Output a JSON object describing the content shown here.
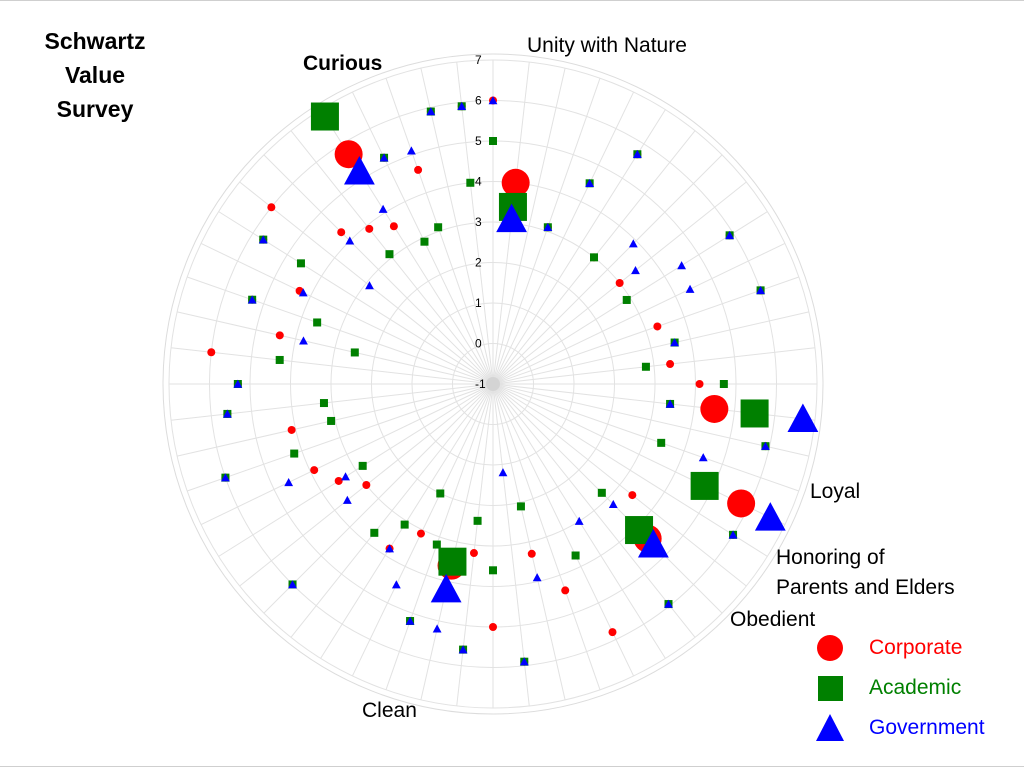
{
  "slide": {
    "title": "Schwartz\nValue\nSurvey"
  },
  "chart_data": {
    "type": "radar",
    "title": "Schwartz Value Survey",
    "rlim": [
      -1,
      7
    ],
    "radial_ticks": [
      "-1",
      "0",
      "1",
      "2",
      "3",
      "4",
      "5",
      "6",
      "7"
    ],
    "grid": true,
    "spokes": 56,
    "axis_labels": [
      {
        "name": "unity",
        "text": "Unity with Nature",
        "bold": false
      },
      {
        "name": "curious",
        "text": "Curious",
        "bold": true
      },
      {
        "name": "loyal",
        "text": "Loyal",
        "bold": false
      },
      {
        "name": "honoring",
        "text": "Honoring of\nParents and Elders",
        "bold": false
      },
      {
        "name": "obedient",
        "text": "Obedient",
        "bold": false
      },
      {
        "name": "clean",
        "text": "Clean",
        "bold": false
      }
    ],
    "series": [
      {
        "name": "Corporate",
        "color": "#ff0000",
        "marker": "circle",
        "points": [
          [
            0,
            6.0
          ],
          [
            5,
            5.7
          ],
          [
            9,
            5.9
          ],
          [
            11,
            6.0
          ],
          [
            16,
            5.9
          ],
          [
            19,
            6.0
          ],
          [
            22,
            5.95
          ],
          [
            25,
            4.4
          ],
          [
            27,
            5.9
          ],
          [
            29,
            5.6
          ],
          [
            31,
            5.2
          ],
          [
            35,
            6.0
          ],
          [
            38,
            3.9
          ],
          [
            39,
            6.0
          ],
          [
            41,
            5.6
          ],
          [
            42,
            5.3
          ],
          [
            44,
            4.4
          ],
          [
            45,
            5.3
          ],
          [
            47,
            5.7
          ],
          [
            49,
            4.3
          ],
          [
            51,
            3.6
          ],
          [
            52,
            5.2
          ],
          [
            54,
            5.9
          ],
          [
            55,
            5.9
          ],
          [
            3,
            3.1
          ],
          [
            6,
            3.0
          ],
          [
            8,
            3.0
          ],
          [
            11,
            3.3
          ],
          [
            13,
            3.4
          ],
          [
            14,
            4.1
          ],
          [
            20,
            3.4
          ],
          [
            24,
            5.8
          ],
          [
            26,
            3.3
          ],
          [
            28,
            5.0
          ],
          [
            29,
            3.2
          ],
          [
            30,
            4.3
          ],
          [
            32,
            3.1
          ],
          [
            33,
            3.8
          ],
          [
            36,
            3.0
          ],
          [
            37,
            3.5
          ],
          [
            40,
            4.1
          ],
          [
            43,
            6.0
          ],
          [
            46,
            4.3
          ],
          [
            48,
            6.0
          ],
          [
            50,
            3.9
          ],
          [
            53,
            4.6
          ]
        ]
      },
      {
        "name": "Academic",
        "color": "#008000",
        "marker": "square",
        "points": [
          [
            0,
            5.0
          ],
          [
            5,
            5.7
          ],
          [
            9,
            5.9
          ],
          [
            11,
            6.0
          ],
          [
            16,
            5.9
          ],
          [
            19,
            6.0
          ],
          [
            22,
            5.95
          ],
          [
            27,
            5.9
          ],
          [
            29,
            5.6
          ],
          [
            31,
            5.2
          ],
          [
            35,
            6.0
          ],
          [
            39,
            6.0
          ],
          [
            41,
            5.6
          ],
          [
            42,
            5.3
          ],
          [
            45,
            5.3
          ],
          [
            47,
            5.7
          ],
          [
            52,
            5.2
          ],
          [
            54,
            5.9
          ],
          [
            55,
            5.9
          ],
          [
            3,
            3.1
          ],
          [
            4,
            4.5
          ],
          [
            6,
            3.0
          ],
          [
            9,
            2.9
          ],
          [
            12,
            3.6
          ],
          [
            13,
            2.8
          ],
          [
            14,
            4.7
          ],
          [
            15,
            3.4
          ],
          [
            17,
            3.4
          ],
          [
            18,
            4.6
          ],
          [
            21,
            2.8
          ],
          [
            24,
            3.7
          ],
          [
            26,
            2.1
          ],
          [
            28,
            3.6
          ],
          [
            29,
            2.4
          ],
          [
            31,
            3.2
          ],
          [
            32,
            2.0
          ],
          [
            33,
            3.1
          ],
          [
            34,
            3.7
          ],
          [
            37,
            2.8
          ],
          [
            39,
            4.2
          ],
          [
            40,
            3.1
          ],
          [
            41,
            3.2
          ],
          [
            43,
            4.3
          ],
          [
            44,
            2.5
          ],
          [
            45,
            3.6
          ],
          [
            47,
            4.6
          ],
          [
            50,
            3.1
          ],
          [
            52,
            2.9
          ],
          [
            53,
            3.1
          ],
          [
            55,
            4.0
          ]
        ]
      },
      {
        "name": "Government",
        "color": "#0000ff",
        "marker": "triangle",
        "points": [
          [
            0,
            6.0
          ],
          [
            5,
            5.7
          ],
          [
            9,
            5.9
          ],
          [
            11,
            6.0
          ],
          [
            16,
            5.9
          ],
          [
            19,
            6.0
          ],
          [
            22,
            5.95
          ],
          [
            27,
            5.9
          ],
          [
            29,
            5.6
          ],
          [
            31,
            5.2
          ],
          [
            35,
            6.0
          ],
          [
            39,
            6.0
          ],
          [
            41,
            5.6
          ],
          [
            42,
            5.3
          ],
          [
            45,
            5.3
          ],
          [
            47,
            5.7
          ],
          [
            52,
            5.2
          ],
          [
            54,
            5.9
          ],
          [
            55,
            5.9
          ],
          [
            3,
            3.1
          ],
          [
            4,
            4.5
          ],
          [
            7,
            3.9
          ],
          [
            8,
            3.5
          ],
          [
            9,
            4.5
          ],
          [
            10,
            4.4
          ],
          [
            12,
            3.6
          ],
          [
            15,
            3.4
          ],
          [
            17,
            4.5
          ],
          [
            21,
            3.2
          ],
          [
            23,
            3.0
          ],
          [
            26,
            3.9
          ],
          [
            27,
            1.2
          ],
          [
            30,
            5.2
          ],
          [
            32,
            4.5
          ],
          [
            33,
            3.8
          ],
          [
            36,
            3.6
          ],
          [
            37,
            3.3
          ],
          [
            38,
            4.6
          ],
          [
            44,
            3.8
          ],
          [
            46,
            4.2
          ],
          [
            48,
            2.9
          ],
          [
            49,
            4.0
          ],
          [
            51,
            4.1
          ],
          [
            53,
            5.1
          ]
        ]
      }
    ],
    "highlights": [
      {
        "label": "Curious",
        "series": "Corporate",
        "value": 5.7
      },
      {
        "label": "Curious",
        "series": "Academic",
        "value": 6.8
      },
      {
        "label": "Curious",
        "series": "Government",
        "value": 5.2
      },
      {
        "label": "Unity with Nature",
        "series": "Corporate",
        "value": 4.0
      },
      {
        "label": "Unity with Nature",
        "series": "Academic",
        "value": 3.4
      },
      {
        "label": "Unity with Nature",
        "series": "Government",
        "value": 3.1
      },
      {
        "label": "Loyal",
        "series": "Corporate",
        "value": 4.5
      },
      {
        "label": "Loyal",
        "series": "Academic",
        "value": 5.5
      },
      {
        "label": "Loyal",
        "series": "Government",
        "value": 6.7
      },
      {
        "label": "Honoring of Parents and Elders",
        "series": "Corporate",
        "value": 5.8
      },
      {
        "label": "Honoring of Parents and Elders",
        "series": "Academic",
        "value": 4.8
      },
      {
        "label": "Honoring of Parents and Elders",
        "series": "Government",
        "value": 6.6
      },
      {
        "label": "Obedient",
        "series": "Corporate",
        "value": 4.4
      },
      {
        "label": "Obedient",
        "series": "Academic",
        "value": 4.1
      },
      {
        "label": "Obedient",
        "series": "Government",
        "value": 4.6
      },
      {
        "label": "Clean",
        "series": "Corporate",
        "value": 3.6
      },
      {
        "label": "Clean",
        "series": "Academic",
        "value": 3.5
      },
      {
        "label": "Clean",
        "series": "Government",
        "value": 4.2
      }
    ],
    "legend": {
      "position": "bottom-right",
      "entries": [
        {
          "name": "Corporate",
          "color": "#ff0000",
          "marker": "circle"
        },
        {
          "name": "Academic",
          "color": "#008000",
          "marker": "square"
        },
        {
          "name": "Government",
          "color": "#0000ff",
          "marker": "triangle"
        }
      ]
    }
  }
}
